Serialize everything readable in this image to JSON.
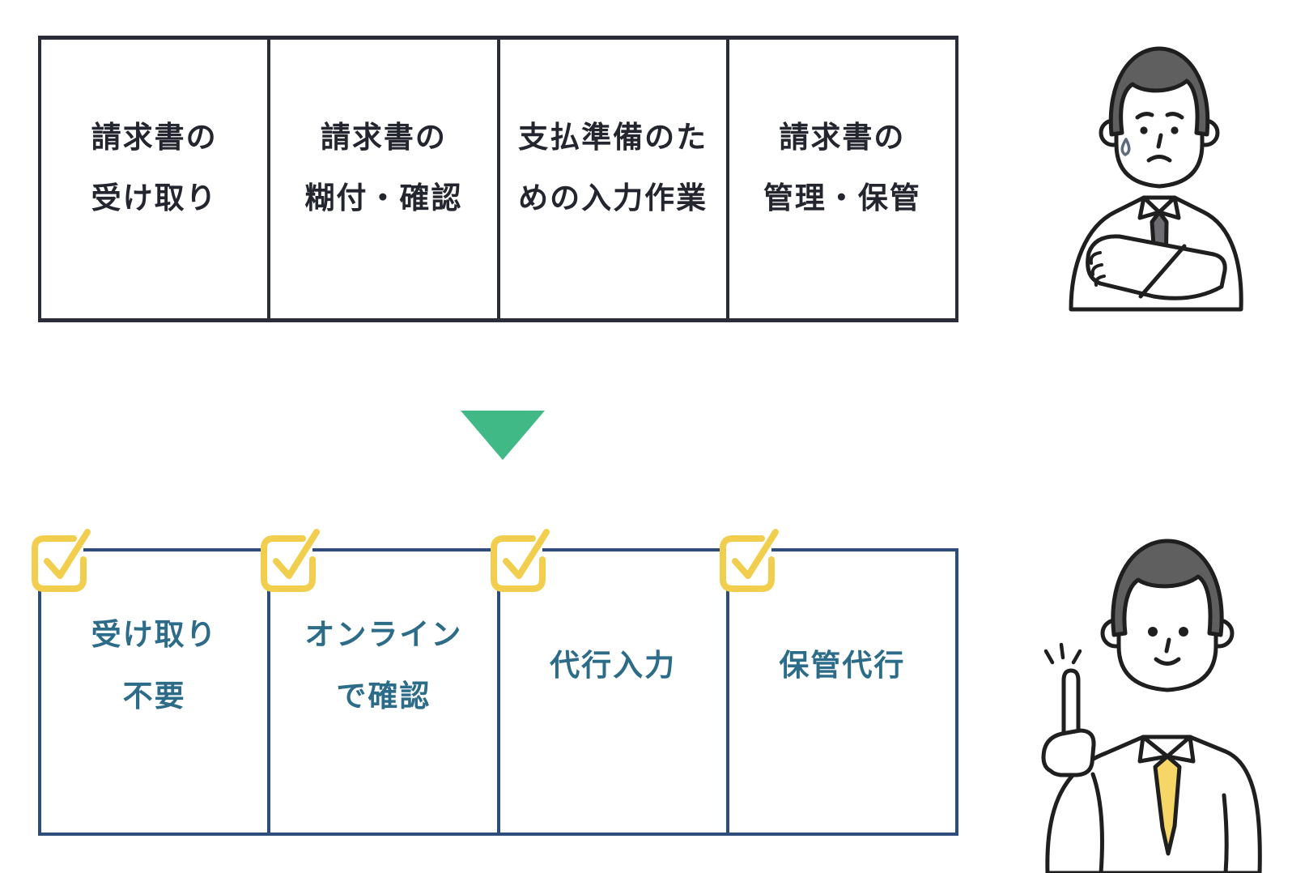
{
  "before_row": {
    "border_color": "#2a2d37",
    "text_color": "#24262f",
    "boxes": [
      {
        "label": "請求書の\n受け取り"
      },
      {
        "label": "請求書の\n糊付・確認"
      },
      {
        "label": "支払準備のた\nめの入力作業"
      },
      {
        "label": "請求書の\n管理・保管"
      }
    ]
  },
  "arrow": {
    "icon": "triangle-down-icon",
    "color": "#41b987"
  },
  "after_row": {
    "border_color": "#2e4d7b",
    "text_color": "#2d6c88",
    "checkbox_color": "#f2ce4e",
    "checkbox_icon": "checked-checkbox-icon",
    "boxes": [
      {
        "label": "受け取り\n不要"
      },
      {
        "label": "オンライン\nで確認"
      },
      {
        "label": "代行入力"
      },
      {
        "label": "保管代行"
      }
    ]
  },
  "illustrations": {
    "before_person": {
      "icon": "worried-businessman-illustration",
      "hair_color": "#5f5f5f",
      "tie_color": "#6e6e72"
    },
    "after_person": {
      "icon": "pointing-businessman-illustration",
      "hair_color": "#5f5f5f",
      "tie_color": "#f5d666"
    }
  }
}
